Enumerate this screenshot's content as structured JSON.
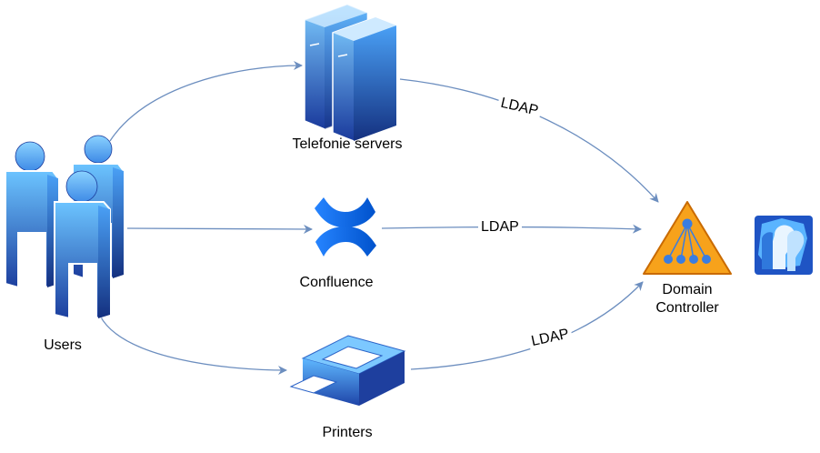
{
  "nodes": {
    "users": "Users",
    "telefonie": "Telefonie servers",
    "confluence": "Confluence",
    "printers": "Printers",
    "domain_controller": [
      "Domain",
      "Controller"
    ]
  },
  "edges": {
    "telefonie_dc": "LDAP",
    "confluence_dc": "LDAP",
    "printers_dc": "LDAP"
  },
  "colors": {
    "edge": "#6c8ebf",
    "icon_blue_light": "#5ab4ff",
    "icon_blue_dark": "#1d3a9c",
    "dc_orange": "#f7a21b",
    "dc_blue": "#3a7de0"
  }
}
